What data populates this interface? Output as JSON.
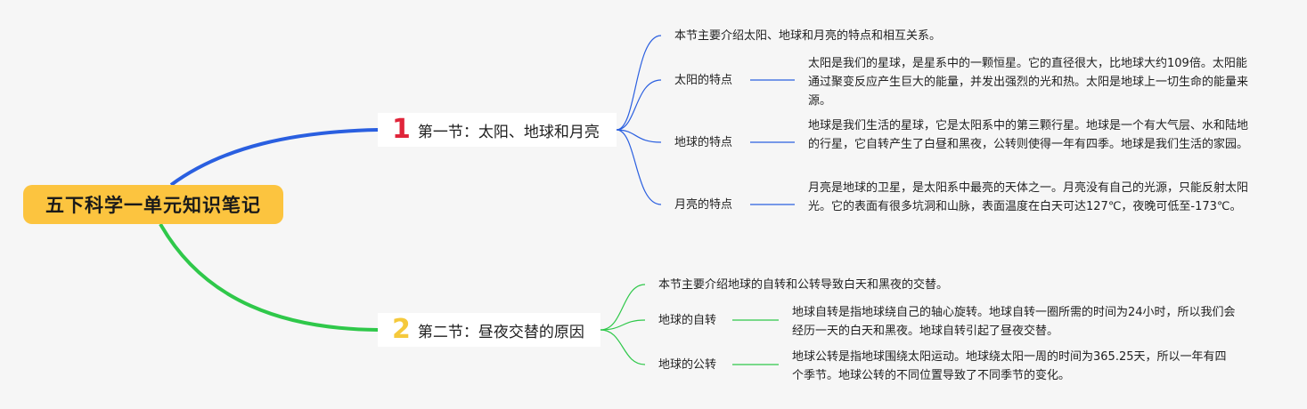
{
  "root": {
    "title": "五下科学一单元知识笔记"
  },
  "colors": {
    "root_bg": "#fcc43f",
    "branch1_line": "#2a5fe0",
    "branch2_line": "#2fc84a",
    "num1": "#e0253a",
    "num2": "#f5c93c"
  },
  "sections": [
    {
      "number": "1",
      "title": "第一节：太阳、地球和月亮",
      "intro": "本节主要介绍太阳、地球和月亮的特点和相互关系。",
      "topics": [
        {
          "label": "太阳的特点",
          "detail": "太阳是我们的星球，是星系中的一颗恒星。它的直径很大，比地球大约109倍。太阳能通过聚变反应产生巨大的能量，并发出强烈的光和热。太阳是地球上一切生命的能量来源。"
        },
        {
          "label": "地球的特点",
          "detail": "地球是我们生活的星球，它是太阳系中的第三颗行星。地球是一个有大气层、水和陆地的行星，它自转产生了白昼和黑夜，公转则使得一年有四季。地球是我们生活的家园。"
        },
        {
          "label": "月亮的特点",
          "detail": "月亮是地球的卫星，是太阳系中最亮的天体之一。月亮没有自己的光源，只能反射太阳光。它的表面有很多坑洞和山脉，表面温度在白天可达127℃，夜晚可低至-173℃。"
        }
      ]
    },
    {
      "number": "2",
      "title": "第二节：昼夜交替的原因",
      "intro": "本节主要介绍地球的自转和公转导致白天和黑夜的交替。",
      "topics": [
        {
          "label": "地球的自转",
          "detail": "地球自转是指地球绕自己的轴心旋转。地球自转一圈所需的时间为24小时，所以我们会经历一天的白天和黑夜。地球自转引起了昼夜交替。"
        },
        {
          "label": "地球的公转",
          "detail": "地球公转是指地球围绕太阳运动。地球绕太阳一周的时间为365.25天，所以一年有四个季节。地球公转的不同位置导致了不同季节的变化。"
        }
      ]
    }
  ]
}
